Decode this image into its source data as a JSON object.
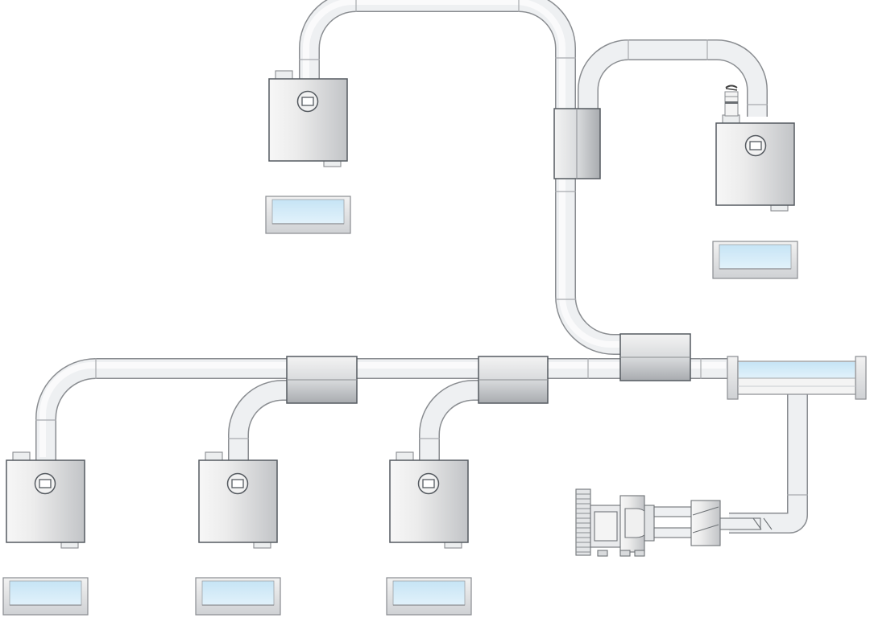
{
  "diagram": {
    "kind": "process-piping-schematic",
    "colors": {
      "background": "#ffffff",
      "pipe_light": "#f2f3f4",
      "pipe_mid": "#e2e4e6",
      "pipe_dark": "#c9ccd0",
      "outline": "#8a8d91",
      "outline_dark": "#555a60",
      "vessel_light": "#f4f4f4",
      "vessel_dark": "#c4c6c9",
      "liquid": "#d3ebf8",
      "coupling_light": "#f0f0f0",
      "coupling_dark": "#a9acb0"
    },
    "components": {
      "vessels": [
        "top-center",
        "top-right",
        "bottom-1",
        "bottom-2",
        "bottom-3"
      ],
      "trays": [
        "tray-top-center",
        "tray-top-right",
        "tray-bottom-1",
        "tray-bottom-2",
        "tray-bottom-3"
      ],
      "couplings": [
        "coupling-vertical",
        "coupling-junction",
        "coupling-main-1",
        "coupling-main-2"
      ],
      "manifold": "manifold-tank",
      "pump": "pump-motor-assembly",
      "valve": "vent-valve"
    },
    "icons": [
      "vessel-gauge-icon"
    ]
  }
}
